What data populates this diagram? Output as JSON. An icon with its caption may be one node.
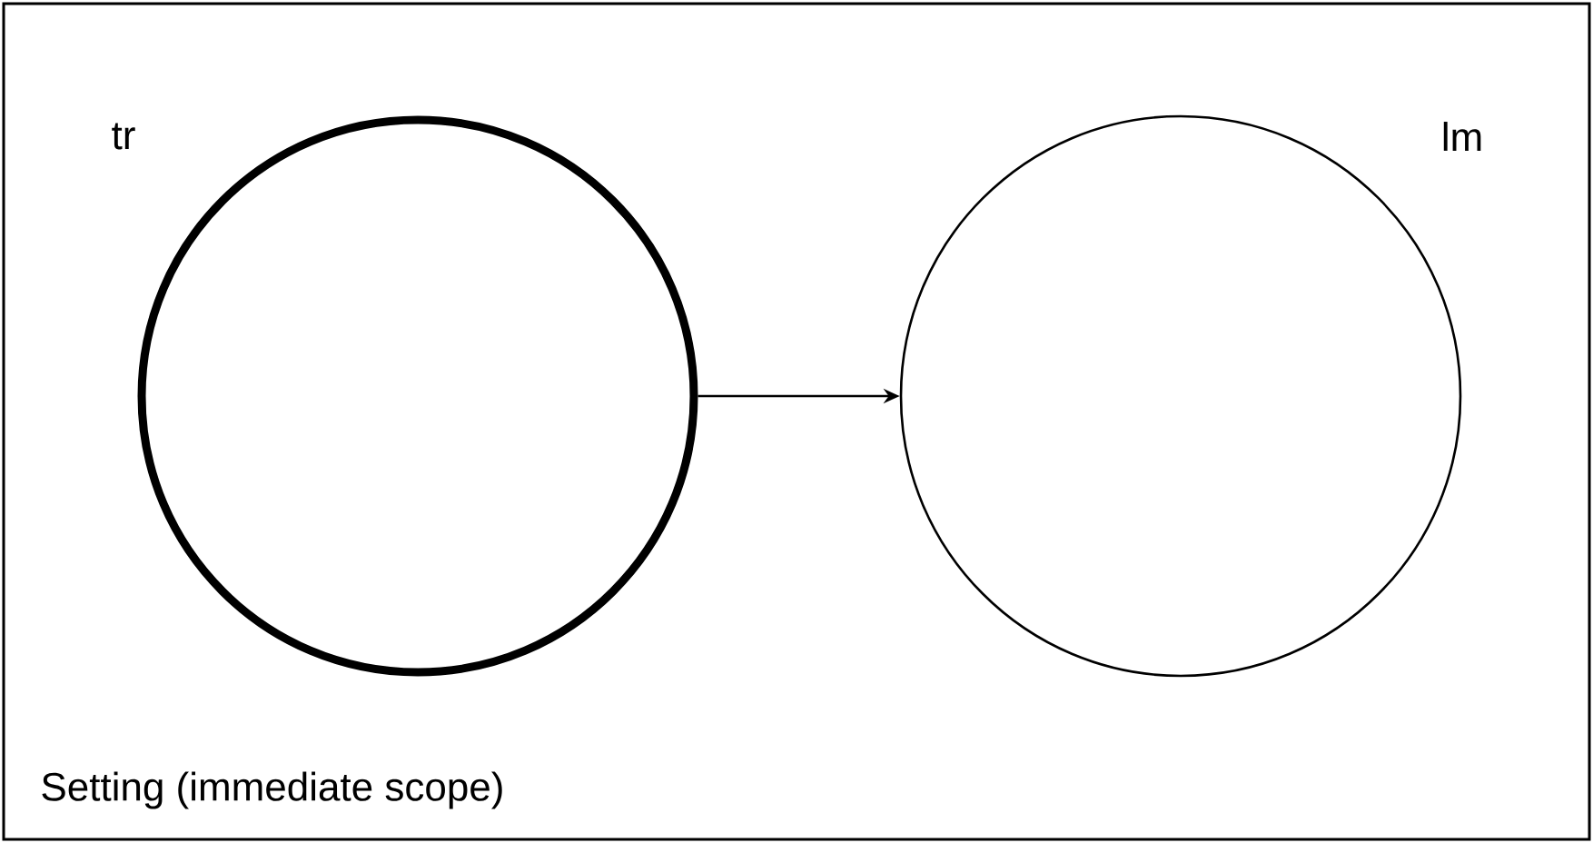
{
  "diagram": {
    "nodes": [
      {
        "text": [
          "Setting (immediate scope)"
        ]
      },
      {
        "text": [
          "tr"
        ],
        "in": 0
      },
      {
        "text": [
          "lm"
        ],
        "in": 0
      }
    ],
    "edges": [
      {
        "from": 1,
        "to": 2,
        "arrow": "to"
      }
    ]
  }
}
